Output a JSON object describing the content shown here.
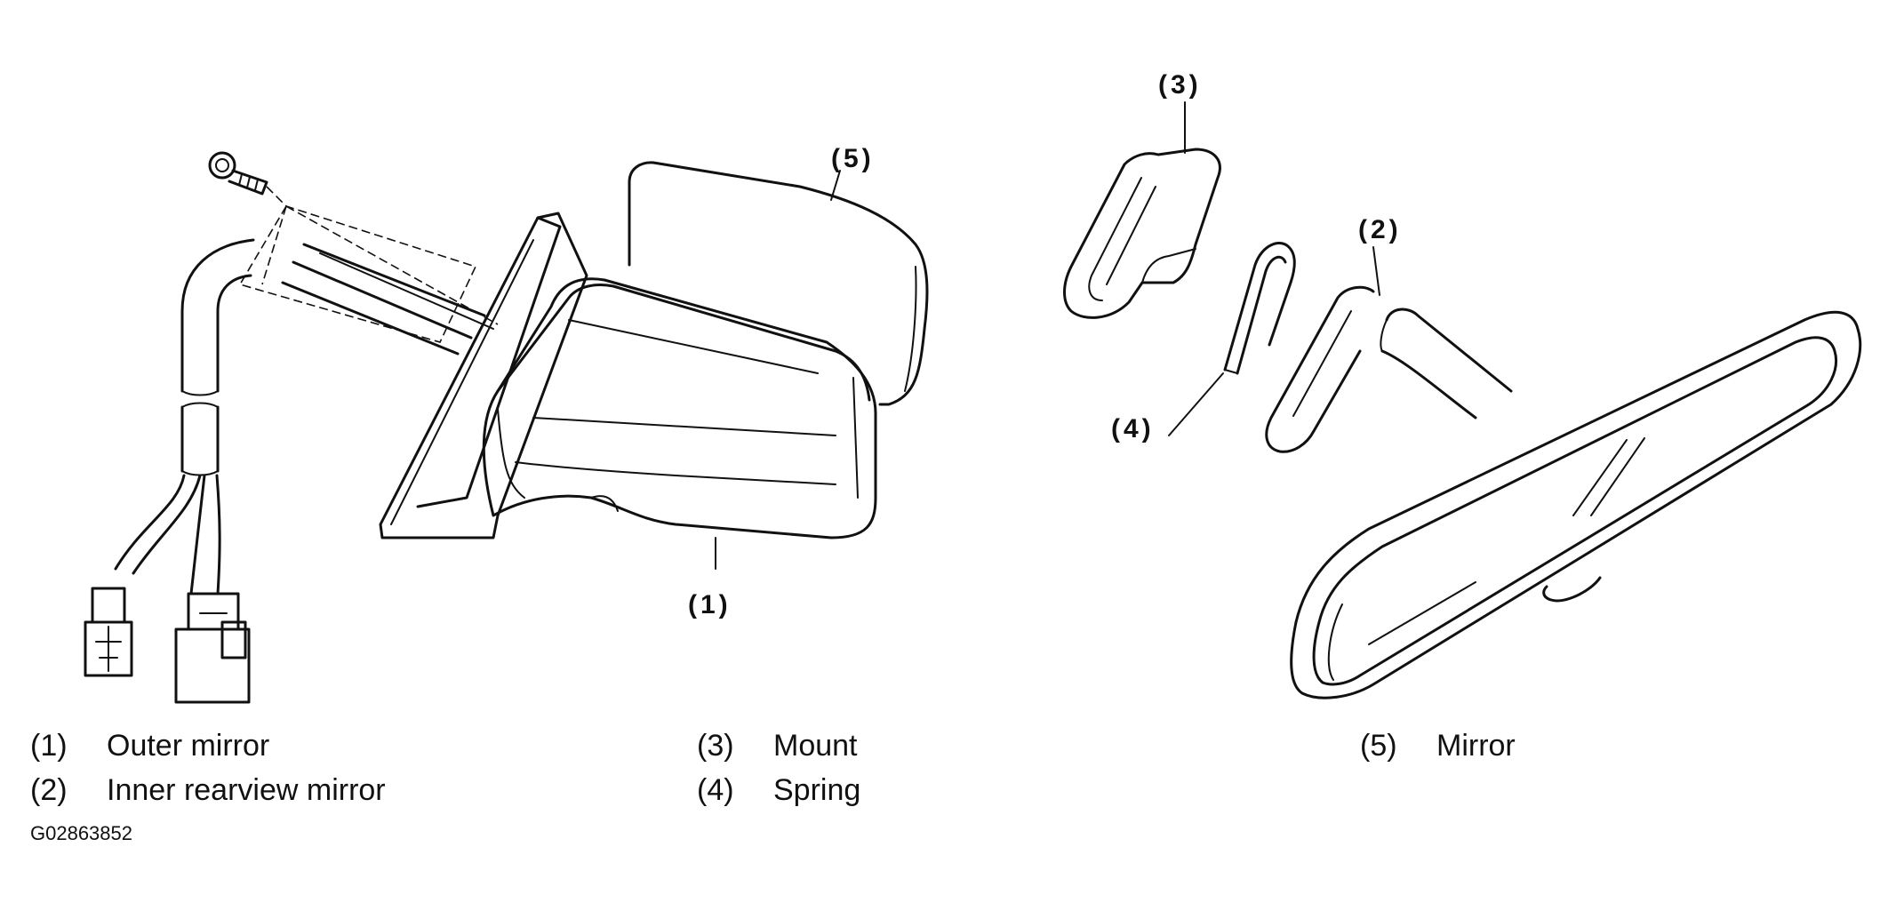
{
  "callouts": {
    "c1": "(1)",
    "c2": "(2)",
    "c3": "(3)",
    "c4": "(4)",
    "c5": "(5)"
  },
  "legend": [
    {
      "num": "(1)",
      "label": "Outer mirror"
    },
    {
      "num": "(2)",
      "label": "Inner rearview mirror"
    },
    {
      "num": "(3)",
      "label": "Mount"
    },
    {
      "num": "(4)",
      "label": "Spring"
    },
    {
      "num": "(5)",
      "label": "Mirror"
    }
  ],
  "figure_code": "G02863852"
}
